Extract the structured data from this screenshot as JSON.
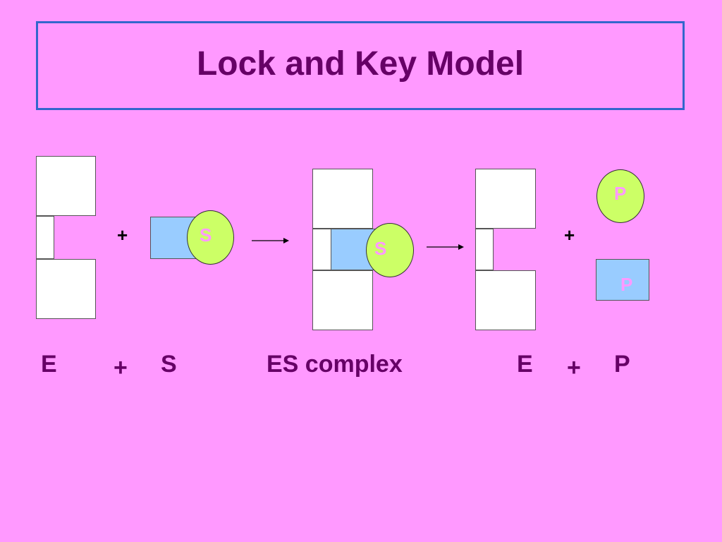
{
  "title": "Lock and Key Model",
  "diagram": {
    "plus_glyph": "+",
    "substrate_glyph": "S",
    "product_glyph": "P"
  },
  "labels": {
    "enzyme": "E",
    "plus": "+",
    "substrate": "S",
    "es_complex": "ES complex",
    "enzyme_after": "E",
    "plus_after": "+",
    "product": "P"
  },
  "colors": {
    "background": "#ff99ff",
    "title_text": "#660066",
    "title_border": "#3366cc",
    "circle_fill": "#ccff66",
    "square_fill": "#99ccff"
  }
}
